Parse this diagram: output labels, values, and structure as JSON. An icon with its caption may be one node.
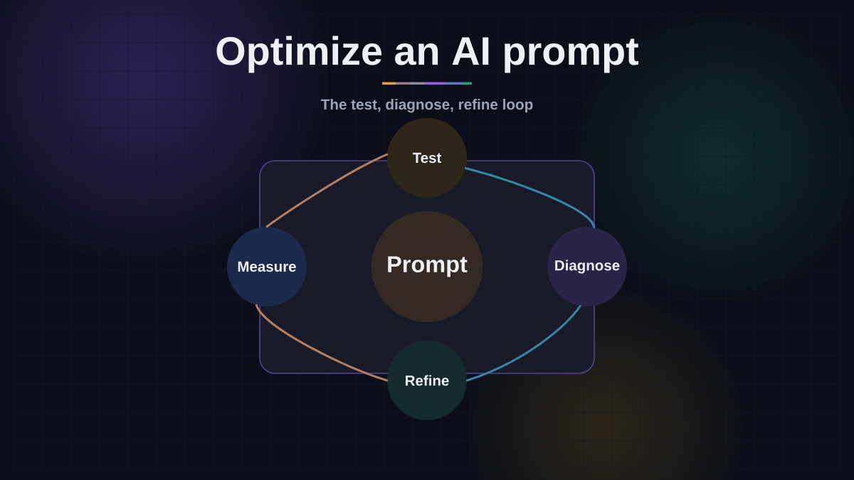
{
  "diagram": {
    "title": "Optimize an AI prompt",
    "nodes": [
      {
        "text": [
          "Test"
        ]
      },
      {
        "text": [
          "Measure"
        ]
      },
      {
        "text": [
          "Prompt"
        ]
      },
      {
        "text": [
          "Diagnose"
        ]
      },
      {
        "text": [
          "Refine"
        ]
      }
    ],
    "edges": [
      {
        "from": 0,
        "to": 3,
        "arrow": "none",
        "color": "#3686a8"
      },
      {
        "from": 3,
        "to": 4,
        "arrow": "none",
        "color": "#3686a8"
      },
      {
        "from": 4,
        "to": 1,
        "arrow": "none",
        "color": "#b67f62"
      },
      {
        "from": 1,
        "to": 0,
        "arrow": "none",
        "color": "#b67f62"
      }
    ],
    "labels": [
      "The test, diagnose, refine loop"
    ]
  }
}
